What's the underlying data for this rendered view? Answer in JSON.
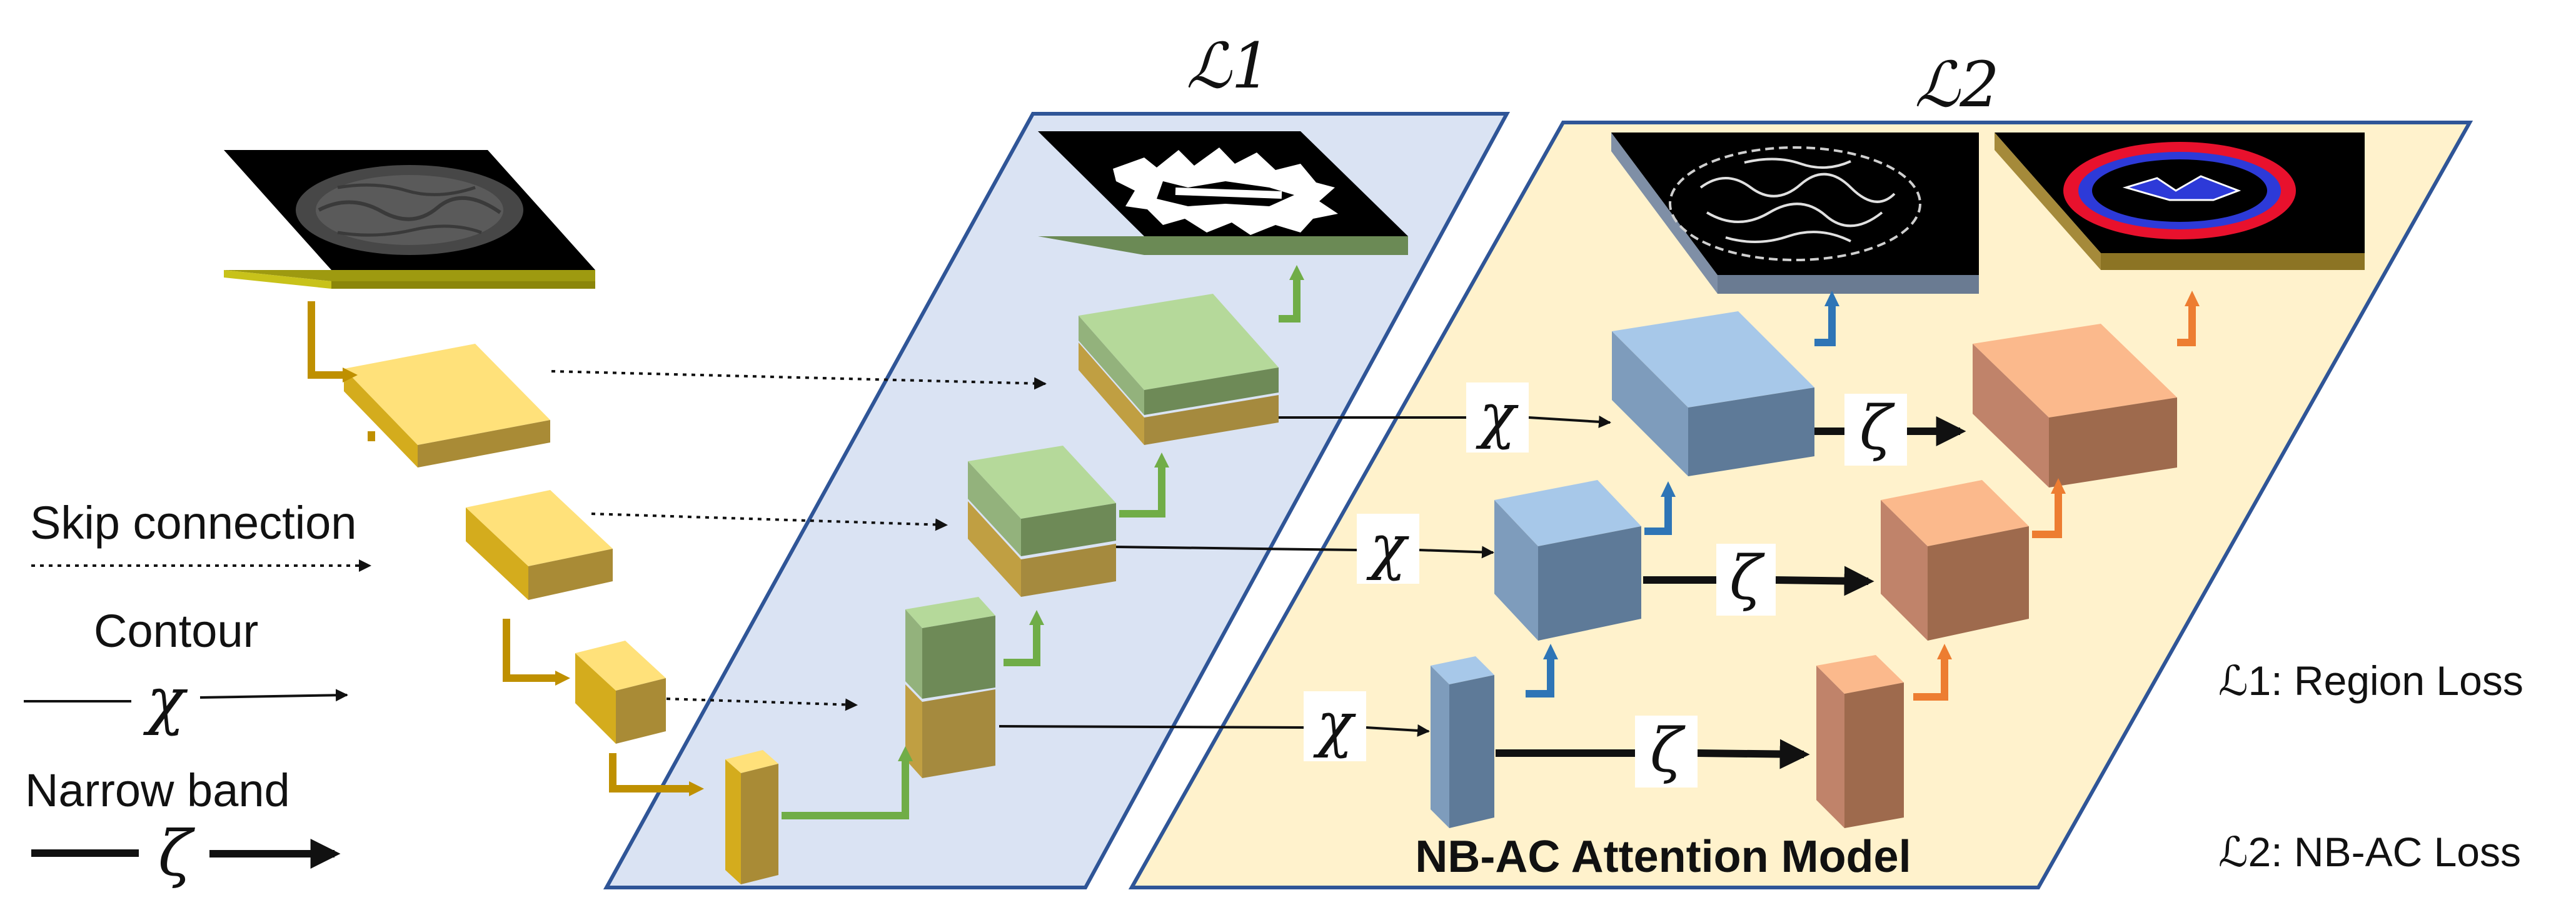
{
  "labels": {
    "loss1_heading": "ℒ1",
    "loss2_heading": "ℒ2",
    "chi": "χ",
    "zeta": "ζ",
    "skip_connection": "Skip connection",
    "contour": "Contour",
    "narrow_band": "Narrow band",
    "region_loss": "ℒ1: Region Loss",
    "nbac_loss": "ℒ2: NB-AC Loss",
    "model_title": "NB-AC Attention Model"
  },
  "images": {
    "input_mri": "brain-mri-slice",
    "region_mask": "white-matter-segmentation-mask",
    "contour_map": "contour-outline-map",
    "narrow_band_map": "narrow-band-red-blue-map"
  },
  "colors": {
    "encoder_yellow": "#F2CD5C",
    "decoder_green": "#A9D18E",
    "attention_blue": "#9DC3E6",
    "attention_orange": "#F4B183",
    "region_panel": "#DAE3F3",
    "attention_panel": "#FFF2CC",
    "panel_border": "#2F5597",
    "arrow_gold": "#BF9000",
    "arrow_green": "#70AD47",
    "arrow_blue": "#2E75B6",
    "arrow_orange": "#ED7D31"
  }
}
